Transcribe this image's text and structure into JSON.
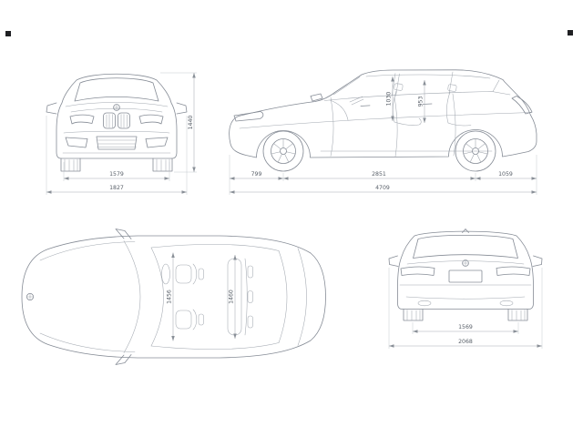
{
  "colors": {
    "background": "#ffffff",
    "car_line": "#868c96",
    "dimension_line": "#a8adb5",
    "dimension_text": "#596069"
  },
  "views": {
    "front": {
      "dims": {
        "track": "1579",
        "width": "1827",
        "height": "1440"
      }
    },
    "side": {
      "dims": {
        "front_overhang": "799",
        "wheelbase": "2851",
        "rear_overhang": "1059",
        "length": "4709",
        "front_headroom": "1030",
        "rear_headroom": "953"
      }
    },
    "top": {
      "dims": {
        "front_interior_width": "1456",
        "rear_interior_width": "1460"
      }
    },
    "rear": {
      "dims": {
        "track": "1569",
        "width": "2068"
      }
    }
  }
}
